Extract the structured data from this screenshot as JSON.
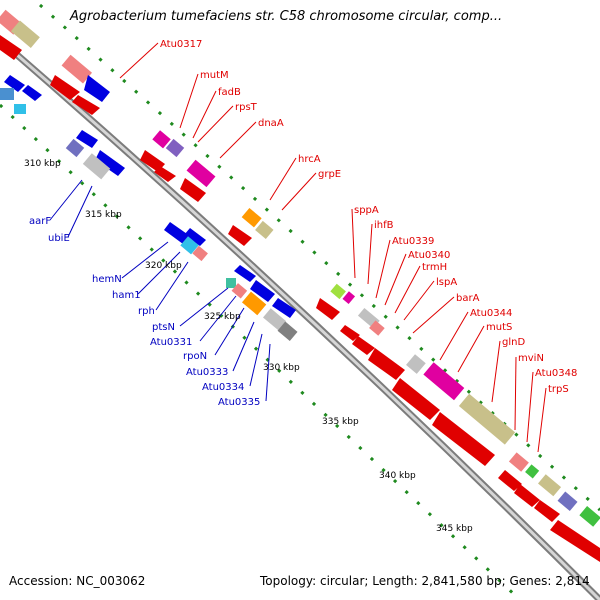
{
  "header": {
    "title": "Agrobacterium tumefaciens str. C58 chromosome circular, comp..."
  },
  "footer": {
    "accession": "Accession: NC_003062",
    "summary": "Topology: circular; Length: 2,841,580 bp; Genes: 2,814"
  },
  "colors": {
    "forward_label": "#e00000",
    "reverse_label": "#0000c0",
    "backbone": "#8c8c8c",
    "tick": "#006600"
  },
  "scale_ticks": [
    "310 kbp",
    "315 kbp",
    "320 kbp",
    "325 kbp",
    "330 kbp",
    "335 kbp",
    "340 kbp",
    "345 kbp"
  ],
  "forward_labels": [
    "Atu0317",
    "mutM",
    "fadB",
    "rpsT",
    "dnaA",
    "hrcA",
    "grpE",
    "sppA",
    "ihfB",
    "Atu0339",
    "Atu0340",
    "trmH",
    "lspA",
    "barA",
    "Atu0344",
    "mutS",
    "glnD",
    "mviN",
    "Atu0348",
    "trpS"
  ],
  "reverse_labels": [
    "aarF",
    "ubiE",
    "hemN",
    "ham1",
    "rph",
    "ptsN",
    "Atu0331",
    "rpoN",
    "Atu0333",
    "Atu0334",
    "Atu0335"
  ]
}
